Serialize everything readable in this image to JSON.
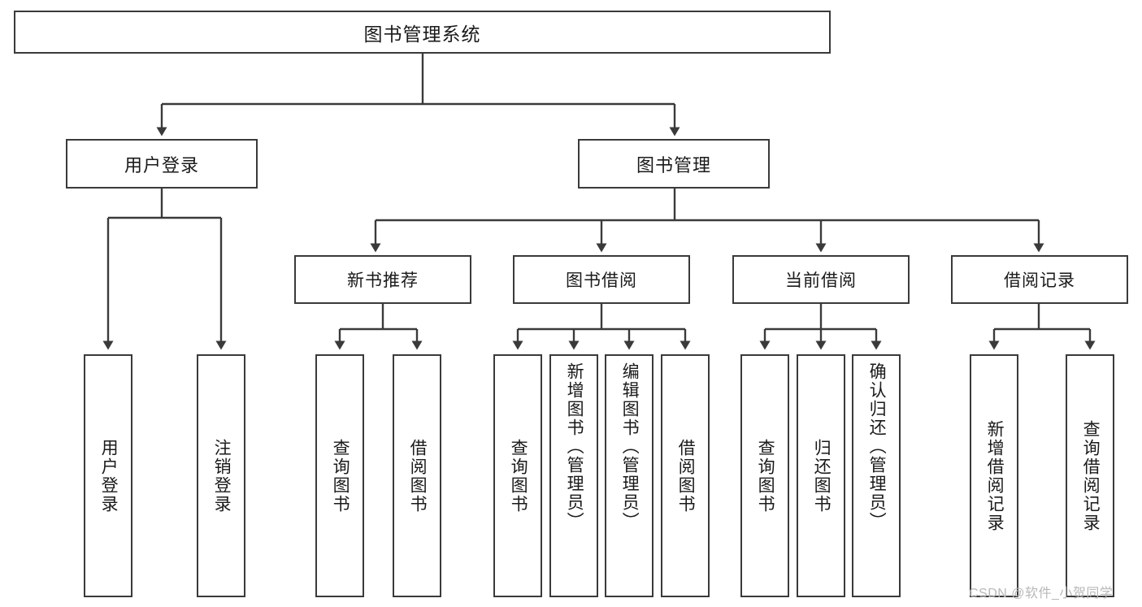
{
  "diagram": {
    "type": "tree",
    "title": "图书管理系统",
    "watermark": "CSDN @软件_小贺同学",
    "root": {
      "label": "图书管理系统"
    },
    "level2": [
      {
        "label": "用户登录"
      },
      {
        "label": "图书管理"
      }
    ],
    "level3": [
      {
        "label": "新书推荐"
      },
      {
        "label": "图书借阅"
      },
      {
        "label": "当前借阅"
      },
      {
        "label": "借阅记录"
      }
    ],
    "leaves": {
      "user_login": [
        {
          "label": "用户登录"
        },
        {
          "label": "注销登录"
        }
      ],
      "new_book": [
        {
          "label": "查询图书"
        },
        {
          "label": "借阅图书"
        }
      ],
      "book_borrow": [
        {
          "label": "查询图书"
        },
        {
          "label": "新增图书（管理员）"
        },
        {
          "label": "编辑图书（管理员）"
        },
        {
          "label": "借阅图书"
        }
      ],
      "current_borrow": [
        {
          "label": "查询图书"
        },
        {
          "label": "归还图书"
        },
        {
          "label": "确认归还（管理员）"
        }
      ],
      "borrow_record": [
        {
          "label": "新增借阅记录"
        },
        {
          "label": "查询借阅记录"
        }
      ]
    },
    "colors": {
      "stroke": "#3a3a3a",
      "fill": "#ffffff",
      "text": "#1a1a1a",
      "watermark": "#b8b8b8"
    }
  }
}
